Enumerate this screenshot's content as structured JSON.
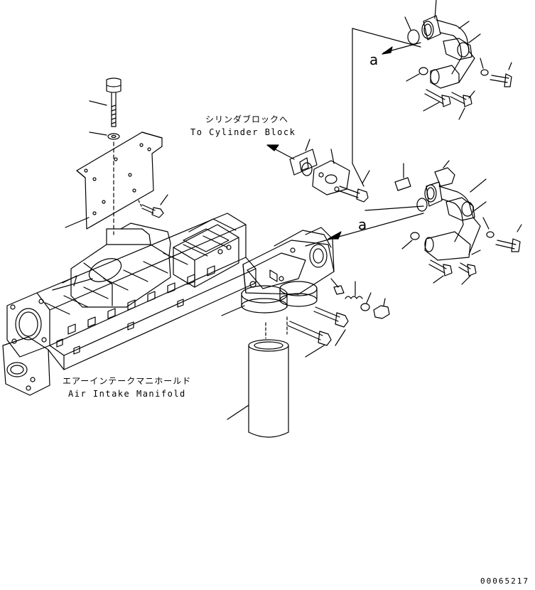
{
  "labels": {
    "cylinder_block_jp": "シリンダブロックへ",
    "cylinder_block_en": "To Cylinder Block",
    "manifold_jp": "エアーインテークマニホールド",
    "manifold_en": "Air Intake Manifold",
    "callout_a_top": "a",
    "callout_a_mid": "a",
    "drawing_code": "00065217"
  },
  "colors": {
    "line": "#000000",
    "background": "#ffffff"
  }
}
